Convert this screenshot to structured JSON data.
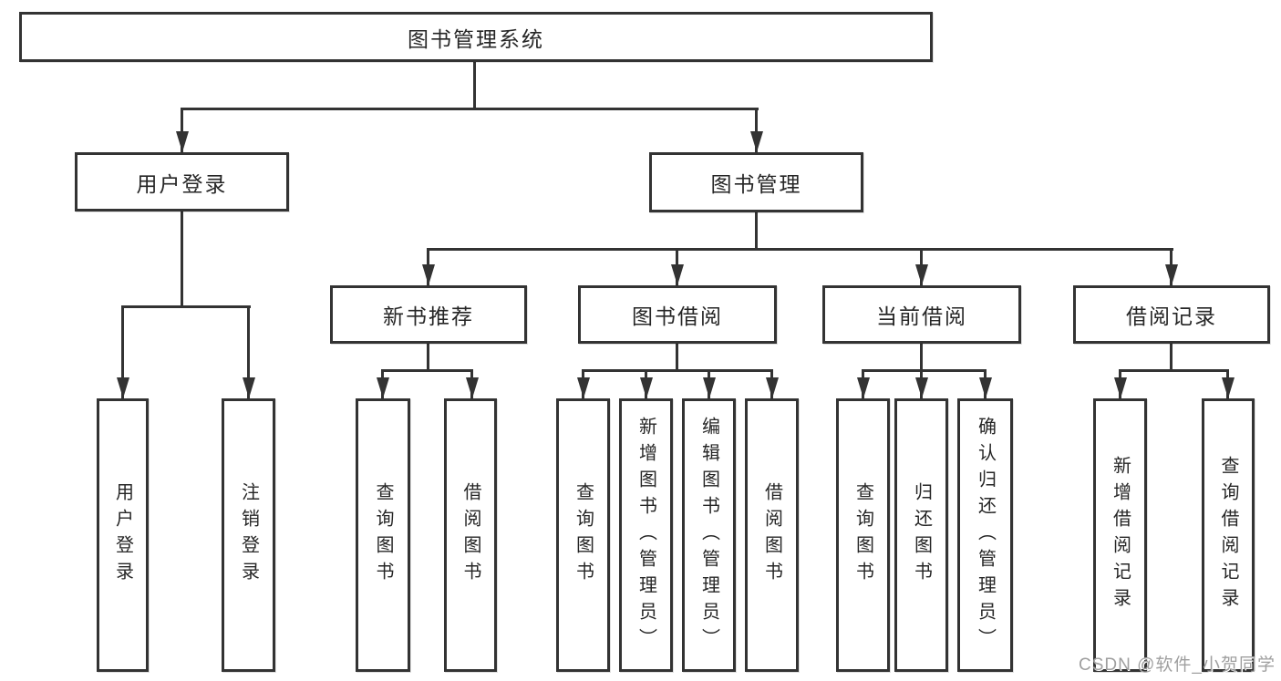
{
  "tree": {
    "root": {
      "label": "图书管理系统",
      "children": [
        {
          "label": "用户登录",
          "children": [
            {
              "label": "用户登录"
            },
            {
              "label": "注销登录"
            }
          ]
        },
        {
          "label": "图书管理",
          "children": [
            {
              "label": "新书推荐",
              "children": [
                {
                  "label": "查询图书"
                },
                {
                  "label": "借阅图书"
                }
              ]
            },
            {
              "label": "图书借阅",
              "children": [
                {
                  "label": "查询图书"
                },
                {
                  "label": "新增图书（管理员）"
                },
                {
                  "label": "编辑图书（管理员）"
                },
                {
                  "label": "借阅图书"
                }
              ]
            },
            {
              "label": "当前借阅",
              "children": [
                {
                  "label": "查询图书"
                },
                {
                  "label": "归还图书"
                },
                {
                  "label": "确认归还（管理员）"
                }
              ]
            },
            {
              "label": "借阅记录",
              "children": [
                {
                  "label": "新增借阅记录"
                },
                {
                  "label": "查询借阅记录"
                }
              ]
            }
          ]
        }
      ]
    }
  },
  "watermark": {
    "text": "CSDN @软件_小贺同学"
  },
  "colors": {
    "line": "#333333",
    "box_border": "#333333",
    "box_background": "#ffffff",
    "text": "#262626",
    "watermark_text": "#9f9f9f",
    "background": "#ffffff"
  }
}
